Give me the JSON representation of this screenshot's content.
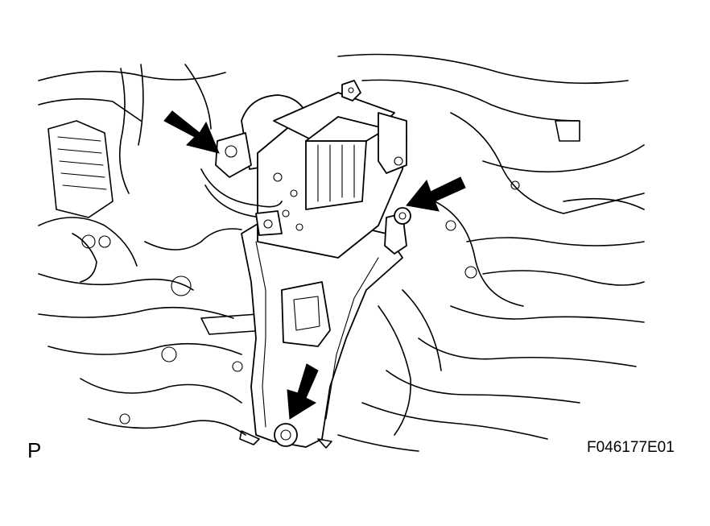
{
  "figure": {
    "view_mark": "P",
    "figure_id": "F046177E01"
  },
  "arrows": [
    {
      "name": "upper-left-bolt-arrow"
    },
    {
      "name": "right-bolt-arrow"
    },
    {
      "name": "lower-bolt-arrow"
    }
  ],
  "colors": {
    "line": "#000000",
    "background": "#ffffff"
  }
}
